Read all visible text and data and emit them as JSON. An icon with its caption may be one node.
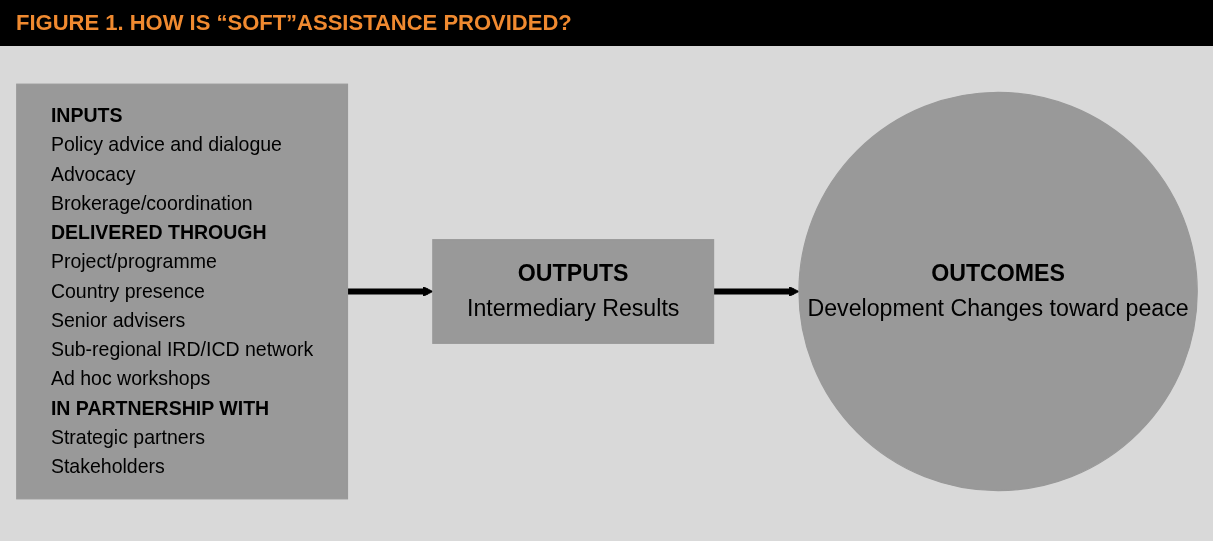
{
  "diagram": {
    "title": "FIGURE 1. HOW IS “SOFT”ASSISTANCE PROVIDED?",
    "nodes": [
      {
        "text": [
          "INPUTS",
          "Policy advice and dialogue",
          "Advocacy",
          "Brokerage/coordination",
          "DELIVERED THROUGH",
          "Project/programme",
          "Country presence",
          "Senior advisers",
          "Sub-regional IRD/ICD network",
          "Ad hoc workshops",
          "IN PARTNERSHIP WITH",
          "Strategic partners",
          "Stakeholders"
        ]
      },
      {
        "text": [
          "OUTPUTS",
          "Intermediary Results"
        ]
      },
      {
        "text": [
          "OUTCOMES",
          "Development Changes toward peace"
        ]
      }
    ],
    "edges": [
      {
        "from": 0,
        "to": 1,
        "arrow": "to"
      },
      {
        "from": 1,
        "to": 2,
        "arrow": "to"
      }
    ]
  }
}
